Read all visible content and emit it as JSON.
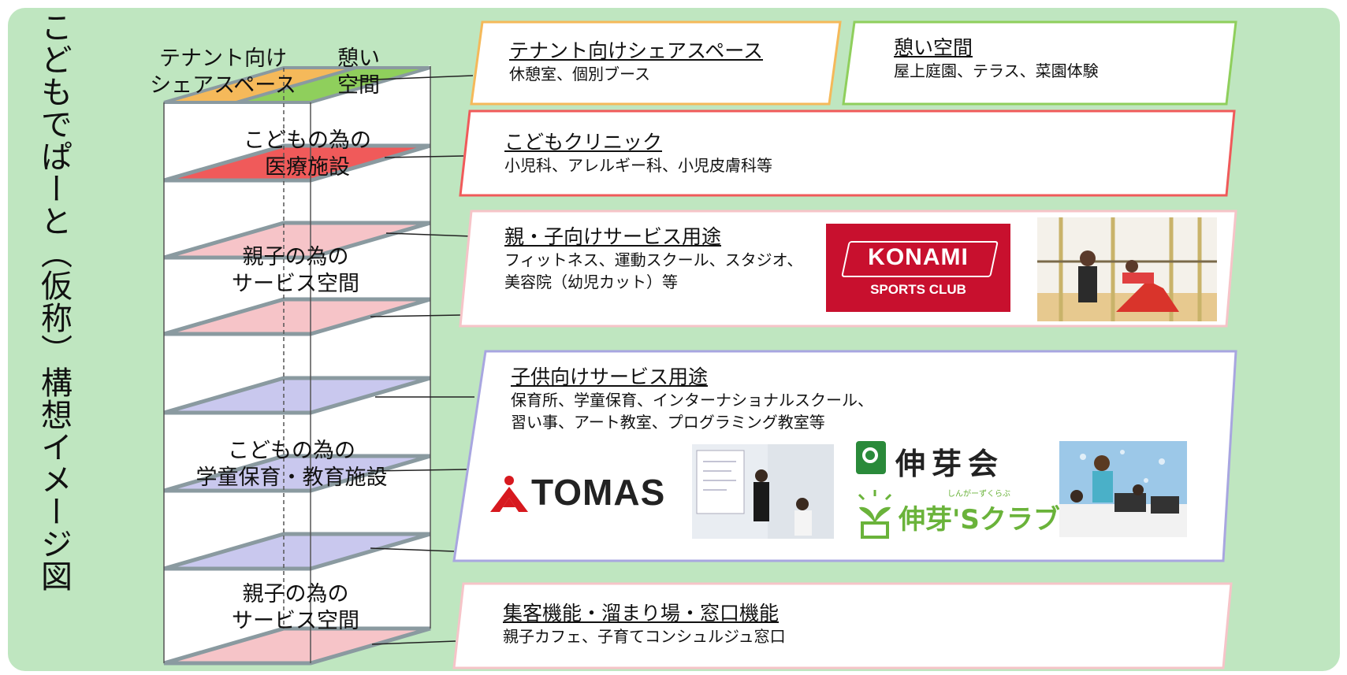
{
  "title": "こどもでぱーと（仮称）構想イメージ図",
  "colors": {
    "background": "#bfe6c0",
    "tenant": "#f5b95a",
    "relax": "#8fcf5c",
    "clinic": "#f05a5a",
    "parent_child": "#f6c4c8",
    "children": "#c9c8ee",
    "frame": "#8a9aa0"
  },
  "floor_labels": {
    "tenant": "テナント向け\nシェアスペース",
    "relax": "憩い\n空間",
    "medical": "こどもの為の\n医療施設",
    "service1": "親子の為の\nサービス空間",
    "education": "こどもの為の\n学童保育・教育施設",
    "service2": "親子の為の\nサービス空間"
  },
  "boxes": {
    "tenant": {
      "title": "テナント向けシェアスペース",
      "desc": "休憩室、個別ブース"
    },
    "relax": {
      "title": "憩い空間",
      "desc": "屋上庭園、テラス、菜園体験"
    },
    "clinic": {
      "title": "こどもクリニック",
      "desc": "小児科、アレルギー科、小児皮膚科等"
    },
    "parent_service": {
      "title": "親・子向けサービス用途",
      "desc1": "フィットネス、運動スクール、スタジオ、",
      "desc2": "美容院（幼児カット）等"
    },
    "child_service": {
      "title": "子供向けサービス用途",
      "desc1": "保育所、学童保育、インターナショナルスクール、",
      "desc2": "習い事、アート教室、プログラミング教室等"
    },
    "gathering": {
      "title": "集客機能・溜まり場・窓口機能",
      "desc": "親子カフェ、子育てコンシュルジュ窓口"
    }
  },
  "logos": {
    "konami_line1": "KONAMI",
    "konami_line2": "SPORTS CLUB",
    "tomas": "TOMAS",
    "shingakai": "伸芽会",
    "shingas_club": "伸芽'Sクラブ",
    "shingas_ruby": "しんがーずくらぶ"
  }
}
